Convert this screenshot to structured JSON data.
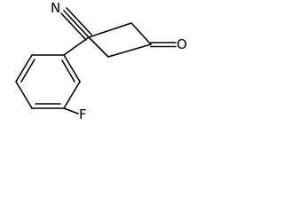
{
  "molecule": {
    "atoms": {
      "nitrile_n": "N",
      "carbonyl_o": "O",
      "fluorine": "F"
    },
    "colors": {
      "bond": "#000000",
      "label": "#000000",
      "background": "#ffffff"
    }
  }
}
